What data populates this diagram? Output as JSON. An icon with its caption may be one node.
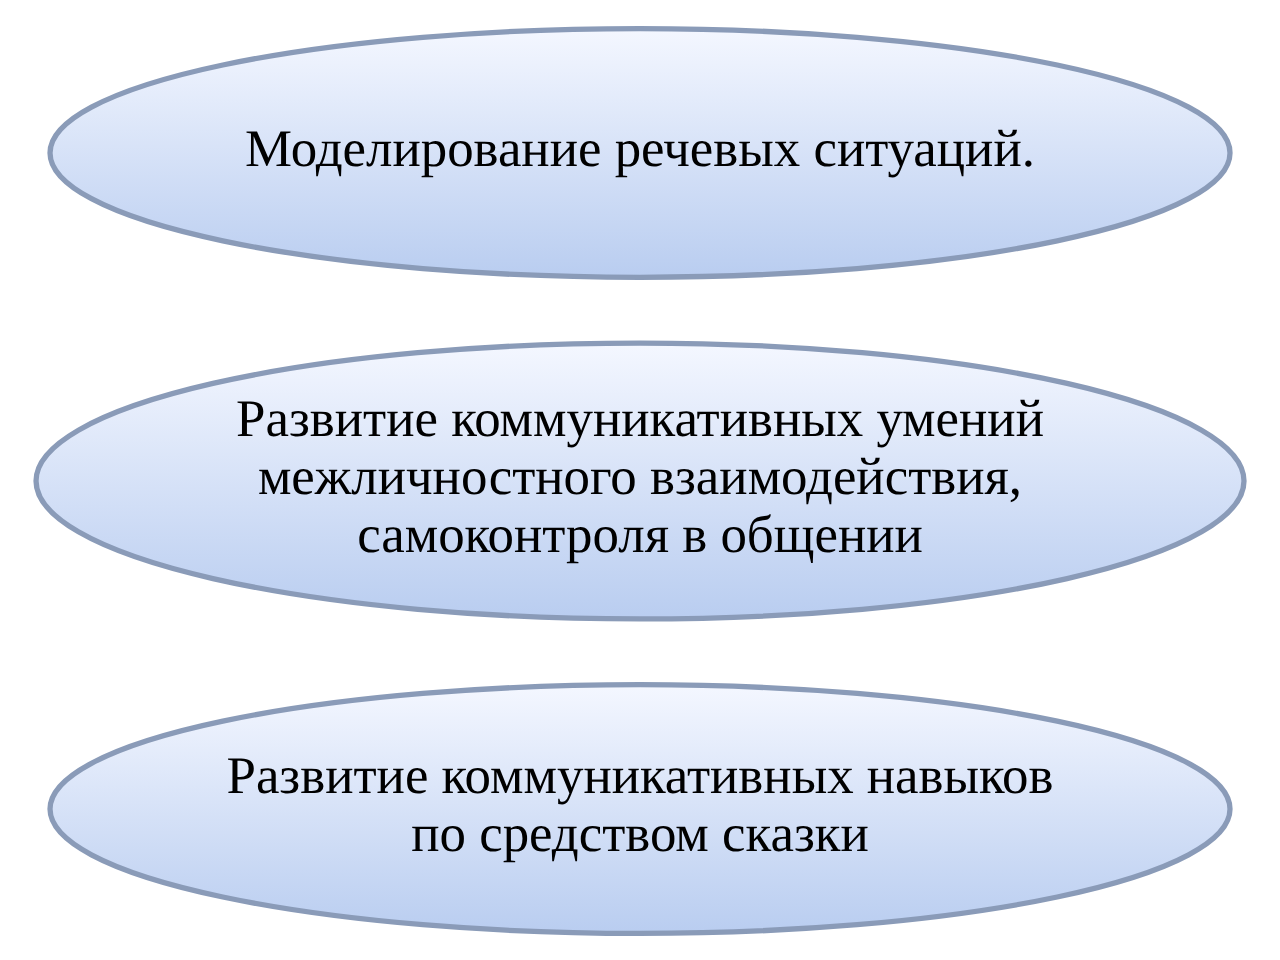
{
  "diagram": {
    "nodes": [
      {
        "text": [
          "Развитие коммуникативных навыков по средством сказки"
        ]
      },
      {
        "text": [
          "Развитие коммуникативных умений межличностного взаимодействия, самоконтроля в общении"
        ]
      },
      {
        "text": [
          "Моделирование речевых ситуаций."
        ]
      }
    ]
  }
}
